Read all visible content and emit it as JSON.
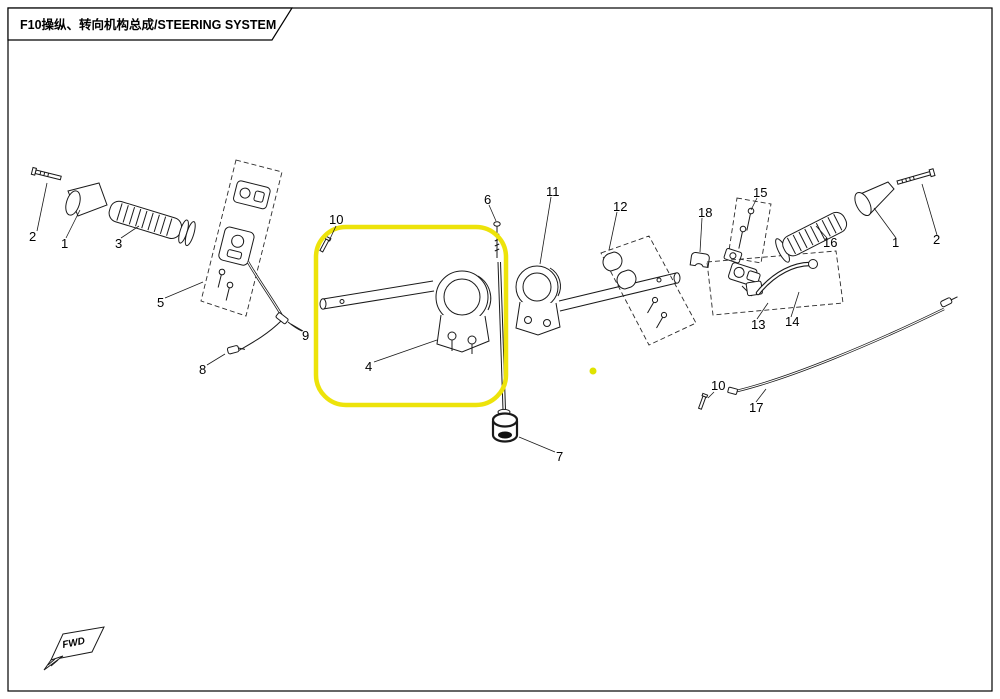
{
  "page": {
    "background": "#ffffff",
    "border_color": "#000000"
  },
  "title_block": {
    "title": "F10操纵、转向机构总成/STEERING SYSTEM"
  },
  "highlight": {
    "box_color": "#ede30a",
    "dot_color": "#dfe300"
  },
  "fwd_marker": {
    "label": "FWD"
  },
  "part_labels": {
    "left_bar_end_bolt": "2",
    "left_bar_end_cap": "1",
    "left_grip": "3",
    "left_switch_assembly": "5",
    "pin_left": "10",
    "cable_clip": "8",
    "cable_connector": "9",
    "handlebar_left_clamp": "4",
    "clamp_bolt": "6",
    "handlebar_right_clamp": "11",
    "clamp_halves_set": "12",
    "stem_bolt_bushing": "7",
    "hose_clamp": "18",
    "screw_set": "15",
    "right_grip": "16",
    "right_bar_end_cap": "1",
    "right_bar_end_bolt": "2",
    "brake_bracket": "13",
    "brake_lever": "14",
    "throttle_cable": "17",
    "pin_right": "10"
  }
}
